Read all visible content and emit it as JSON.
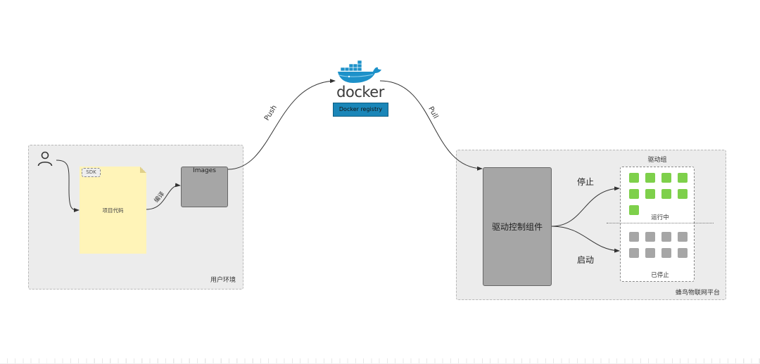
{
  "registry": {
    "logo_icon": "docker-whale-icon",
    "wordmark": "docker",
    "label": "Docker registry",
    "color": "#1a86b8"
  },
  "edges": {
    "push": "Push",
    "pull": "Pull",
    "compile": "编译",
    "stop": "停止",
    "start": "启动"
  },
  "user_env": {
    "label": "用户环境",
    "user_icon": "user-icon",
    "sdk_tag": "SDK",
    "project_code": "项目代码",
    "images": "Images"
  },
  "platform": {
    "label": "蜂鸟物联网平台",
    "driver_control": "驱动控制组件",
    "driver_group": {
      "title": "驱动组",
      "running_label": "运行中",
      "running_count": 9,
      "stopped_label": "已停止",
      "stopped_count": 8,
      "running_color": "#7ed04b",
      "stopped_color": "#a6a6a6"
    }
  }
}
